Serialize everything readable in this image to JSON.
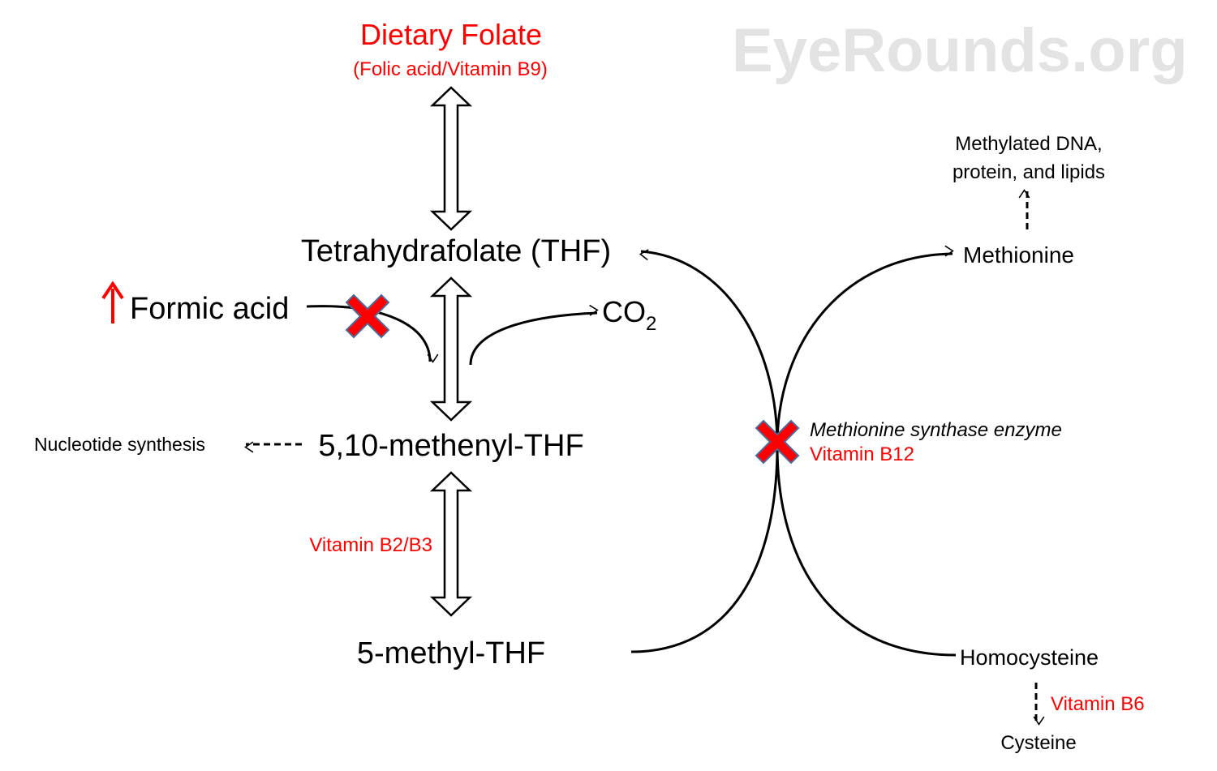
{
  "watermark": "EyeRounds.org",
  "dietary_folate": {
    "title": "Dietary Folate",
    "subtitle": "(Folic acid/Vitamin B9)"
  },
  "thf": "Tetrahydrafolate (THF)",
  "formic_acid": "Formic acid",
  "co2": {
    "main": "CO",
    "subscript": "2"
  },
  "methenyl_thf": "5,10-methenyl-THF",
  "nucleotide_synthesis": "Nucleotide synthesis",
  "vitamin_b2_b3": "Vitamin B2/B3",
  "methyl_thf": "5-methyl-THF",
  "methylated": {
    "line1": "Methylated DNA,",
    "line2": "protein, and lipids"
  },
  "methionine": "Methionine",
  "enzyme": {
    "name": "Methionine synthase enzyme",
    "cofactor": "Vitamin B12"
  },
  "homocysteine": "Homocysteine",
  "vitamin_b6": "Vitamin B6",
  "cysteine": "Cysteine",
  "colors": {
    "red": "#ff0000",
    "black": "#000000",
    "watermark": "#e3e3e3"
  }
}
